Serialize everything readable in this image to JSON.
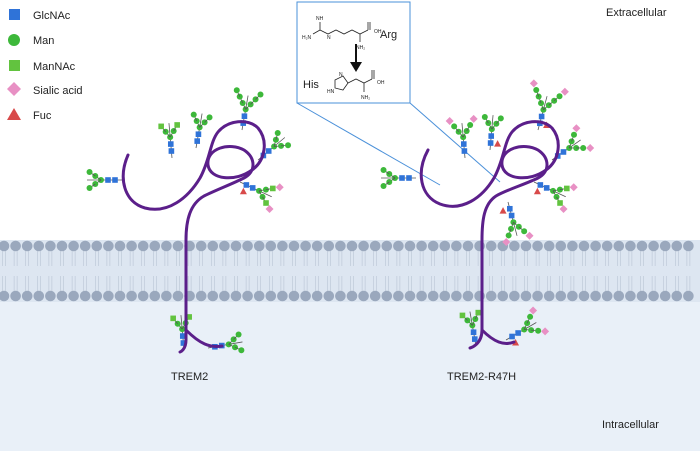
{
  "regions": {
    "extracellular": "Extracellular",
    "intracellular": "Intracellular"
  },
  "legend": [
    {
      "label": "GlcNAc",
      "shape": "square",
      "color": "#2f73d8"
    },
    {
      "label": "Man",
      "shape": "circle",
      "color": "#3db83a"
    },
    {
      "label": "ManNAc",
      "shape": "square",
      "color": "#62c33f"
    },
    {
      "label": "Sialic acid",
      "shape": "diamond",
      "color": "#e890c4"
    },
    {
      "label": "Fuc",
      "shape": "triangle",
      "color": "#d84a4a"
    }
  ],
  "inset": {
    "from_residue": "Arg",
    "to_residue": "His",
    "arg_labels": {
      "oh": "OH",
      "nh2": "NH₂",
      "h2n": "H₂N",
      "nh": "NH",
      "n": "N",
      "h": "H"
    },
    "his_labels": {
      "oh": "OH",
      "nh2": "NH₂",
      "hn": "HN",
      "n": "N"
    }
  },
  "proteins": [
    {
      "label": "TREM2"
    },
    {
      "label": "TREM2-R47H"
    }
  ],
  "colors": {
    "chain": "#5b1f8a",
    "membrane_bg": "#dde6f1",
    "lipid_head": "#9aa8bd",
    "intracellular_bg": "#e9f0f8",
    "inset_border": "#4a90d9"
  }
}
